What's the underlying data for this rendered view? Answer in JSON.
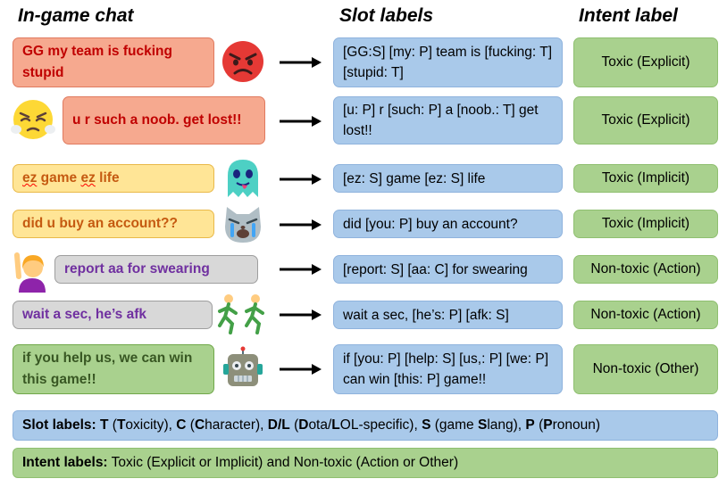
{
  "headers": {
    "chat": "In-game chat",
    "slot": "Slot labels",
    "intent": "Intent label"
  },
  "rows": [
    {
      "chat": "GG my team is fucking stupid",
      "slot": "[GG:S] [my: P] team is [fucking: T] [stupid: T]",
      "intent": "Toxic (Explicit)",
      "emoji": "angry-face-icon"
    },
    {
      "chat": "u r such a noob. get lost!!",
      "slot": "[u: P] r [such: P] a [noob.: T] get lost!!",
      "intent": "Toxic (Explicit)",
      "emoji": "triumph-face-icon"
    },
    {
      "chat_parts": [
        "ez",
        " game ",
        "ez",
        " life"
      ],
      "chat": "ez game ez life",
      "slot": "[ez: S] game [ez: S] life",
      "intent": "Toxic (Implicit)",
      "emoji": "ghost-tongue-icon"
    },
    {
      "chat": "did u buy an account??",
      "slot": "did [you: P] buy an account?",
      "intent": "Toxic (Implicit)",
      "emoji": "crying-cat-icon"
    },
    {
      "chat": "report aa for swearing",
      "slot": "[report: S] [aa: C] for swearing",
      "intent": "Non-toxic (Action)",
      "emoji": "raising-hand-woman-icon"
    },
    {
      "chat": "wait a sec, he’s afk",
      "slot": "wait a sec, [he’s: P] [afk: S]",
      "intent": "Non-toxic (Action)",
      "emoji": "running-people-icon"
    },
    {
      "chat": "if you help us, we can win this game!!",
      "slot": "if [you: P] [help: S] [us,: P] [we: P] can win [this: P] game!!",
      "intent": "Non-toxic (Other)",
      "emoji": "robot-icon"
    }
  ],
  "legend": {
    "slot": {
      "label": "Slot labels:",
      "items": [
        {
          "code": "T",
          "pre": "",
          "hl": "T",
          "post": "oxicity"
        },
        {
          "code": "C",
          "pre": "",
          "hl": "C",
          "post": "haracter"
        },
        {
          "code": "D/L",
          "pre": "",
          "hl": "D",
          "post": "ota/",
          "hl2": "L",
          "post2": "OL-specific"
        },
        {
          "code": "S",
          "pre": "game ",
          "hl": "S",
          "post": "lang"
        },
        {
          "code": "P",
          "pre": "",
          "hl": "P",
          "post": "ronoun"
        }
      ]
    },
    "intent": {
      "label": "Intent labels:",
      "text": "Toxic (Explicit or Implicit) and Non-toxic (Action or Other)"
    }
  },
  "colors": {
    "chat_red": "#f6a98f",
    "chat_yellow": "#ffe596",
    "chat_gray": "#d8d8d8",
    "chat_green": "#a9d18e",
    "slot_blue": "#a9c9ea",
    "intent_green": "#a9d18e"
  }
}
